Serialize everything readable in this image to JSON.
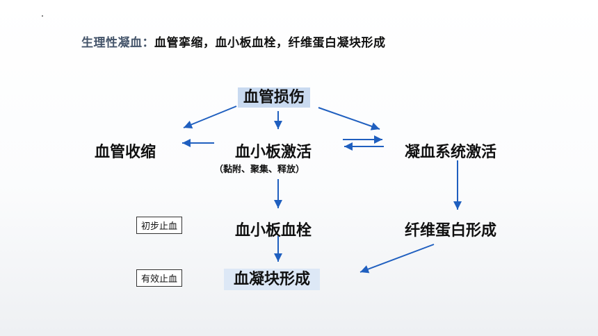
{
  "title": {
    "prefix": "生理性凝血：",
    "text": "血管挛缩，血小板血栓，纤维蛋白凝块形成"
  },
  "nodes": {
    "injury": "血管损伤",
    "vaso": "血管收缩",
    "platelet_act": "血小板激活",
    "platelet_sub": "（黏附、聚集、释放）",
    "coag_act": "凝血系统激活",
    "plug": "血小板血栓",
    "fibrin": "纤维蛋白形成",
    "clot": "血凝块形成"
  },
  "tags": {
    "primary": "初步止血",
    "effective": "有效止血"
  },
  "colors": {
    "arrow": "#1f5fbf",
    "highlight": "#c9daf0"
  }
}
